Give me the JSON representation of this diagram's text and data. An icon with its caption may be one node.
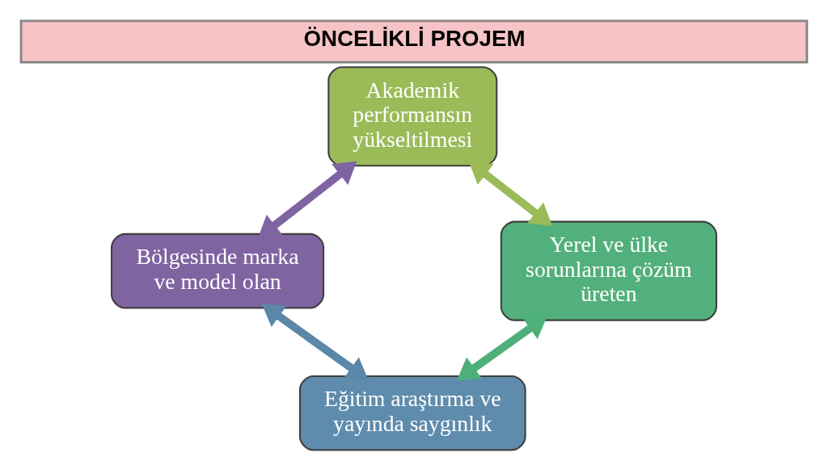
{
  "diagram": {
    "title": "ÖNCELİKLİ PROJEM",
    "nodes": [
      {
        "text": [
          "Akademik performansın yükseltilmesi"
        ]
      },
      {
        "text": [
          "Bölgesinde marka ve model olan"
        ]
      },
      {
        "text": [
          "Yerel ve ülke sorunlarına çözüm üreten"
        ]
      },
      {
        "text": [
          "Eğitim araştırma ve yayında saygınlık"
        ]
      }
    ],
    "edges": [
      {
        "from": 0,
        "to": 1,
        "arrow": "both",
        "color": "#8064a2"
      },
      {
        "from": 0,
        "to": 2,
        "arrow": "both",
        "color": "#9bbb59"
      },
      {
        "from": 1,
        "to": 3,
        "arrow": "both",
        "color": "#5b87a8"
      },
      {
        "from": 2,
        "to": 3,
        "arrow": "both",
        "color": "#4faf7a"
      }
    ]
  }
}
